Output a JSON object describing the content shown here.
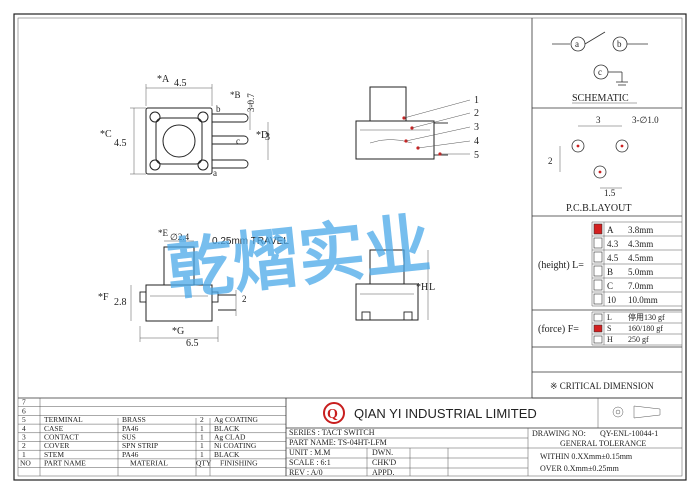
{
  "drawing": {
    "top_view": {
      "dim_a": "*A",
      "dim_a_val": "4.5",
      "dim_b": "*B",
      "dim_b_val": "3-0.7",
      "dim_c": "*C",
      "dim_c_val": "4.5",
      "dim_d": "*D",
      "dim_d_val": "3",
      "pin_b": "b",
      "pin_c": "c",
      "pin_a": "a"
    },
    "side_view": {
      "callouts": [
        "1",
        "2",
        "3",
        "4",
        "5"
      ]
    },
    "front_view": {
      "dim_e": "*E",
      "dim_e_val": "∅2.4",
      "travel": "0.25mm  TRAVEL",
      "dim_f": "*F",
      "dim_f_val": "2.8",
      "dim_g": "*G",
      "dim_g_val": "6.5",
      "dim_2": "2"
    },
    "side_view_2": {
      "dim_h": "*H",
      "dim_l": "L"
    }
  },
  "watermark": "乾熠实业",
  "schematic": {
    "title": "SCHEMATIC",
    "a": "a",
    "b": "b",
    "c": "c"
  },
  "pcb": {
    "title": "P.C.B.LAYOUT",
    "dim_3": "3",
    "dim_hole": "3-∅1.0",
    "dim_2": "2",
    "dim_15": "1.5"
  },
  "height_table": {
    "label": "(height) L=",
    "rows": [
      {
        "code": "A",
        "value": "3.8mm",
        "checked": true
      },
      {
        "code": "4.3",
        "value": "4.3mm",
        "checked": false
      },
      {
        "code": "4.5",
        "value": "4.5mm",
        "checked": false
      },
      {
        "code": "B",
        "value": "5.0mm",
        "checked": false
      },
      {
        "code": "C",
        "value": "7.0mm",
        "checked": false
      },
      {
        "code": "10",
        "value": "10.0mm",
        "checked": false
      }
    ]
  },
  "force_table": {
    "label": "(force) F=",
    "rows": [
      {
        "code": "L",
        "value": "停用130 gf",
        "checked": false
      },
      {
        "code": "S",
        "value": "160/180 gf",
        "checked": true
      },
      {
        "code": "H",
        "value": "250 gf",
        "checked": false
      }
    ]
  },
  "critical": "※ CRITICAL  DIMENSION",
  "bom": {
    "rows": [
      {
        "no": "7",
        "part": "",
        "material": "",
        "qty": "",
        "finish": ""
      },
      {
        "no": "6",
        "part": "",
        "material": "",
        "qty": "",
        "finish": ""
      },
      {
        "no": "5",
        "part": "TERMINAL",
        "material": "BRASS",
        "qty": "2",
        "finish": "Ag COATING"
      },
      {
        "no": "4",
        "part": "CASE",
        "material": "PA46",
        "qty": "1",
        "finish": "BLACK"
      },
      {
        "no": "3",
        "part": "CONTACT",
        "material": "SUS",
        "qty": "1",
        "finish": "Ag CLAD"
      },
      {
        "no": "2",
        "part": "COVER",
        "material": "SPN STRIP",
        "qty": "1",
        "finish": "Ni COATING"
      },
      {
        "no": "1",
        "part": "STEM",
        "material": "PA46",
        "qty": "1",
        "finish": "BLACK"
      }
    ],
    "headers": {
      "no": "NO",
      "part": "PART NAME",
      "material": "MATERIAL",
      "qty": "QTY",
      "finish": "FINISHING"
    }
  },
  "title_block": {
    "logo_letter": "Q",
    "company": "QIAN  YI  INDUSTRIAL  LIMITED",
    "drawing_no_label": "DRAWING NO:",
    "drawing_no": "QY-ENL-10044-1",
    "series": "SERIES : TACT SWITCH",
    "part_name": "PART NAME: TS-04HT-LFM",
    "unit": "UNIT : M.M",
    "dwn": "DWN.",
    "scale": "SCALE : 6:1",
    "chkd": "CHK'D",
    "rev": "REV  : A/0",
    "appd": "APPD.",
    "tolerance_title": "GENERAL TOLERANCE",
    "tol_within": "WITHIN 0.XXmm±0.15mm",
    "tol_over": "OVER   0.Xmm±0.25mm"
  },
  "colors": {
    "check_red": "#d42020",
    "watermark": "#4aa8e8"
  }
}
